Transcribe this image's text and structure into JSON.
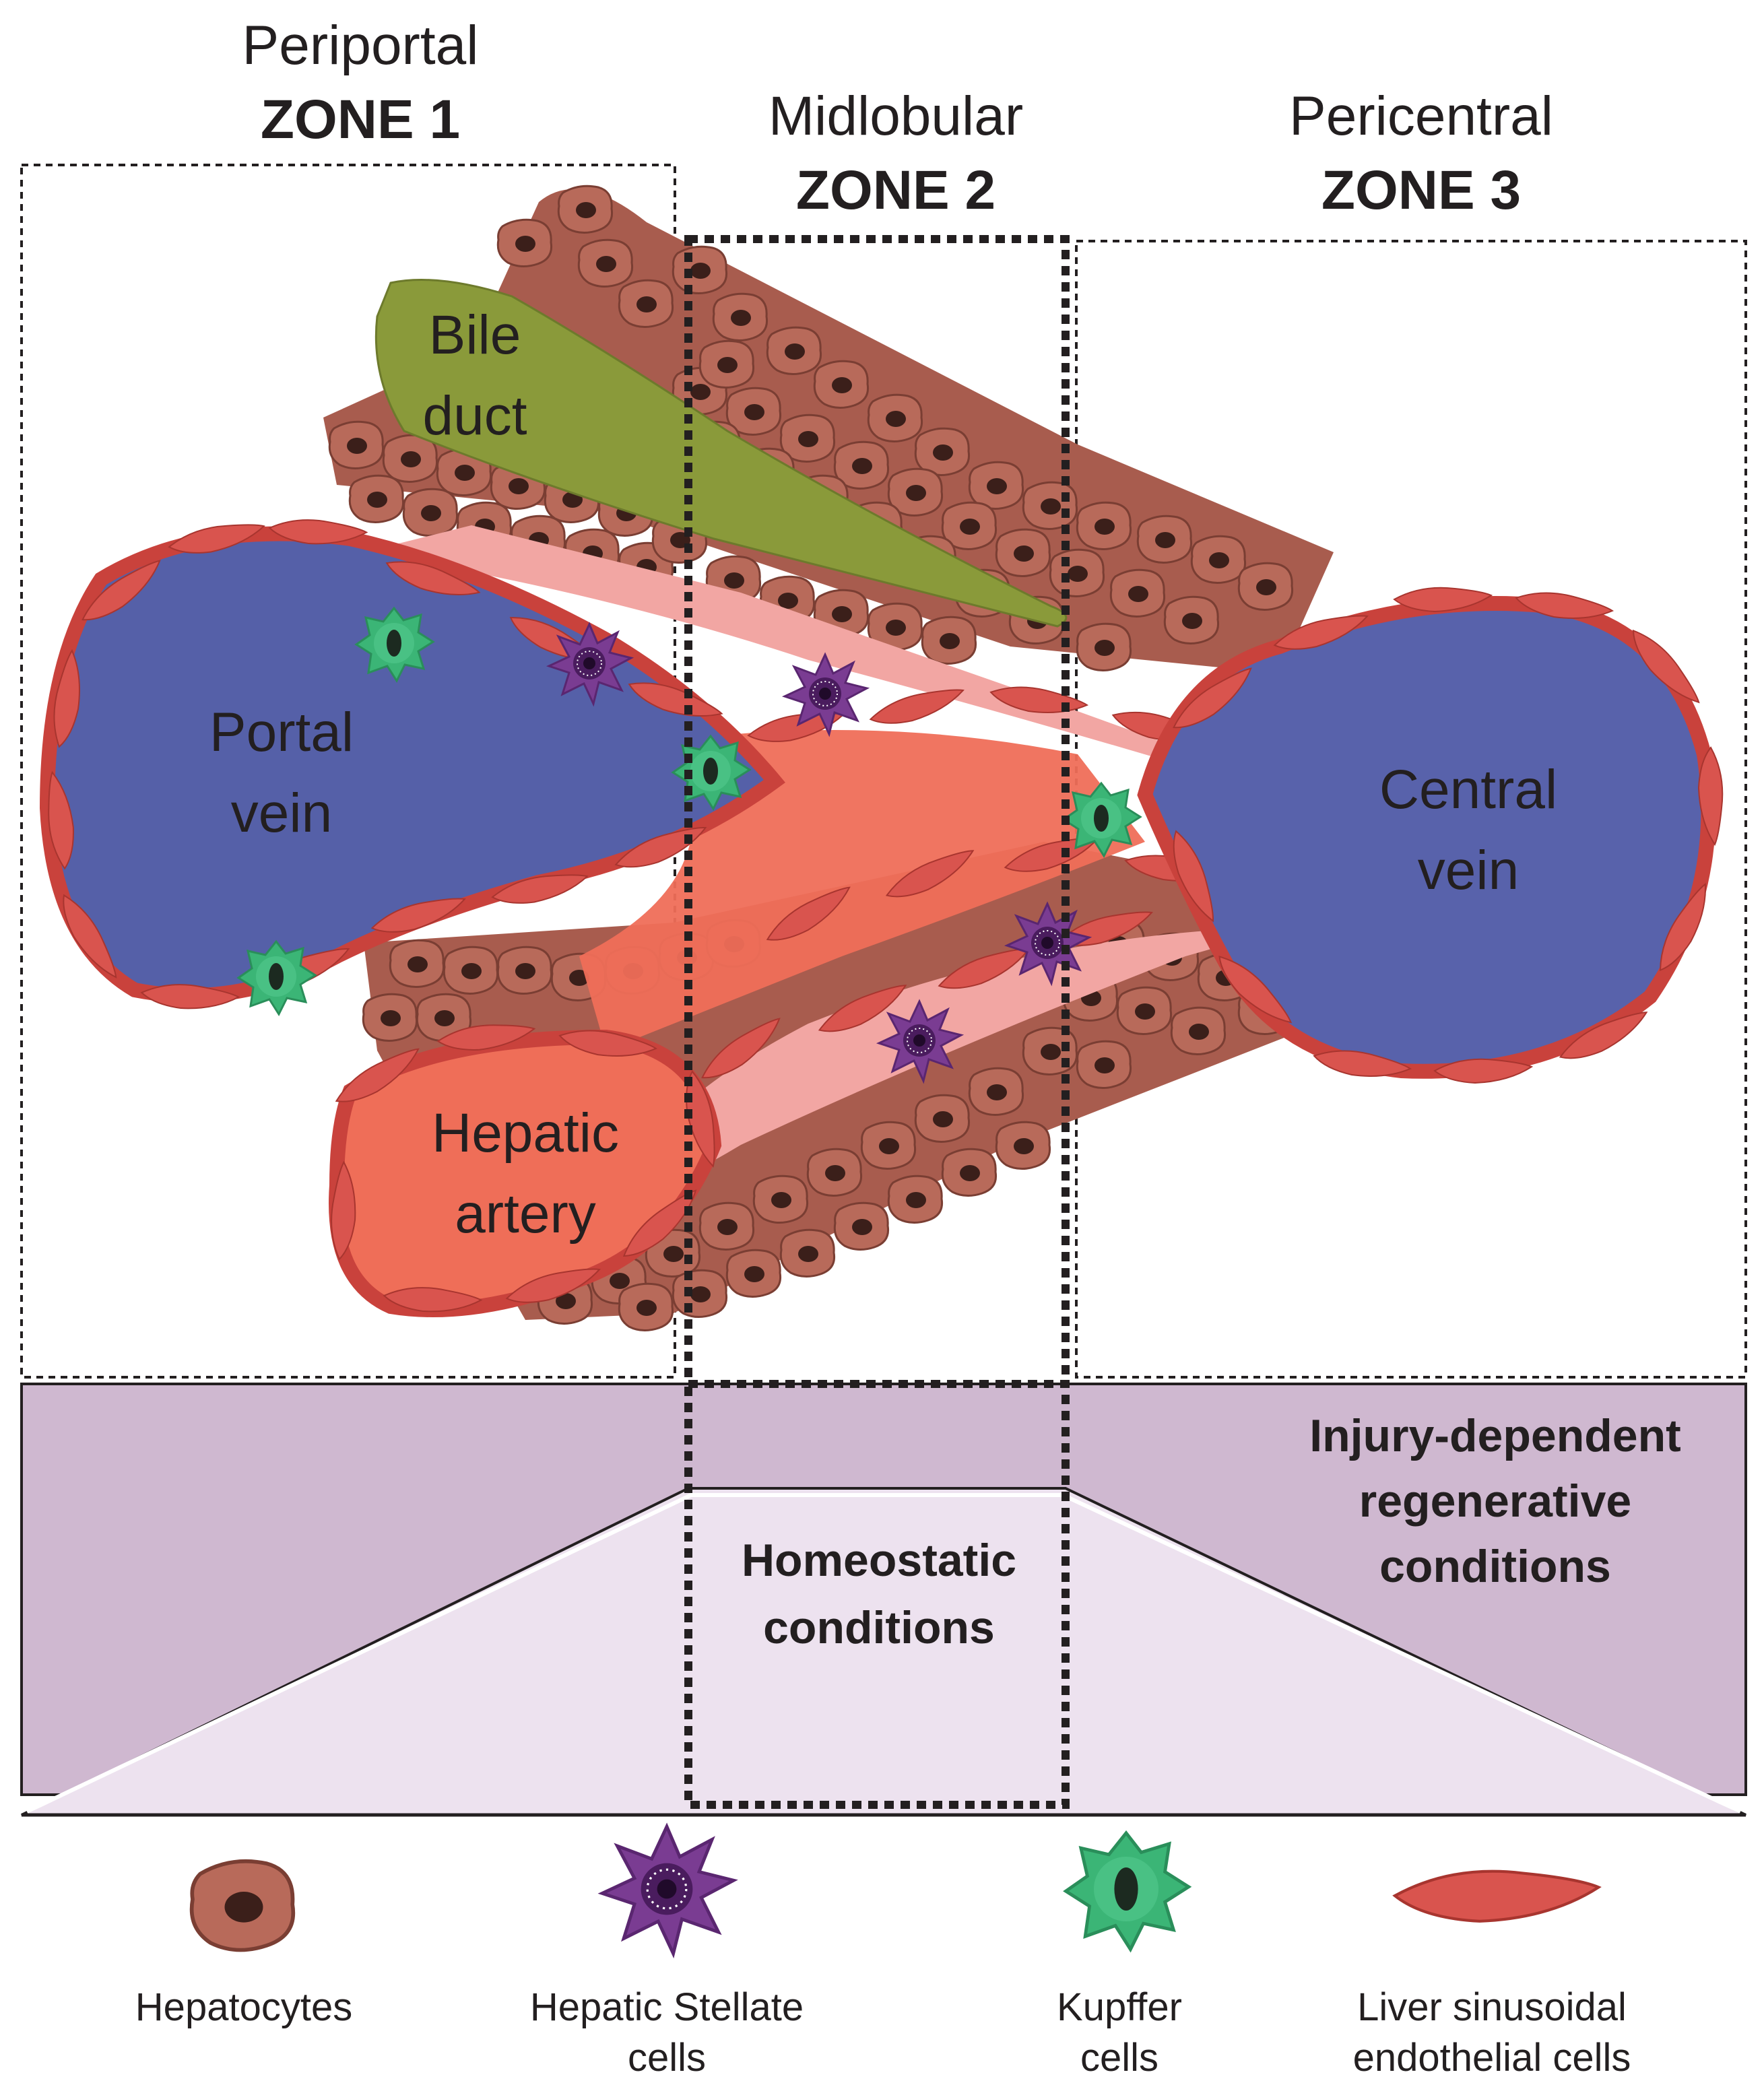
{
  "zones": {
    "z1": {
      "subtitle": "Periportal",
      "title": "ZONE 1"
    },
    "z2": {
      "subtitle": "Midlobular",
      "title": "ZONE 2"
    },
    "z3": {
      "subtitle": "Pericentral",
      "title": "ZONE 3"
    }
  },
  "structures": {
    "bile_duct": [
      "Bile",
      "duct"
    ],
    "portal_vein": [
      "Portal",
      "vein"
    ],
    "hepatic_artery": [
      "Hepatic",
      "artery"
    ],
    "central_vein": [
      "Central",
      "vein"
    ]
  },
  "conditions": {
    "injury": [
      "Injury-dependent",
      "regenerative",
      "conditions"
    ],
    "homeostatic": [
      "Homeostatic",
      "conditions"
    ]
  },
  "legend": {
    "hepatocytes": [
      "Hepatocytes"
    ],
    "stellate": [
      "Hepatic Stellate",
      "cells"
    ],
    "kupffer": [
      "Kupffer",
      "cells"
    ],
    "lsec": [
      "Liver sinusoidal",
      "endothelial cells"
    ]
  },
  "colors": {
    "hepatocyte": "#b86a5a",
    "hepatocyte_nucleus": "#3b1f1a",
    "bile_duct": "#8a9a3a",
    "portal_vein": "#5560a8",
    "central_vein": "#5862ab",
    "artery": "#ee6f5a",
    "sinusoid": "#f2a6a3",
    "endothelial": "#d9544e",
    "kupffer": "#3bb576",
    "stellate": "#7a3c92",
    "band_dark": "#cfb8d0",
    "band_light": "#ede2ef"
  }
}
